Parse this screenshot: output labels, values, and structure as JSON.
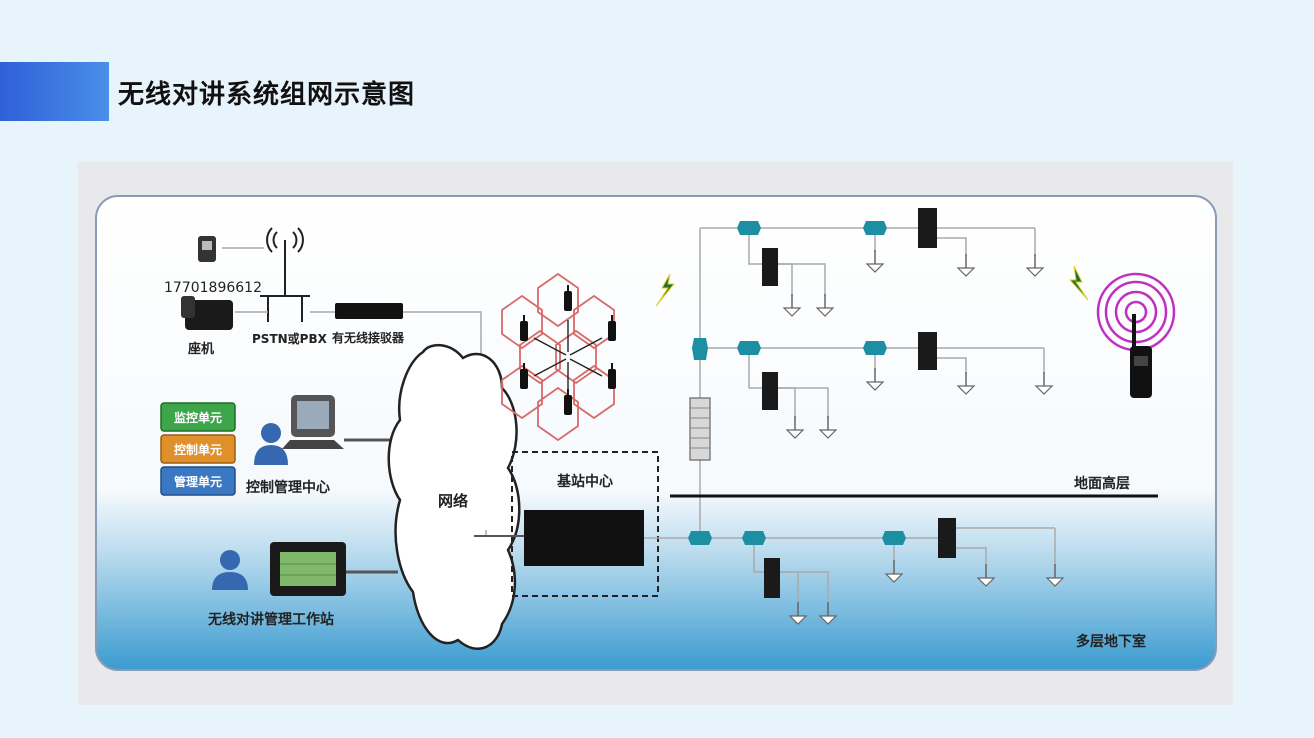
{
  "page": {
    "title": "无线对讲系统组网示意图"
  },
  "diagram": {
    "phone_number": "17701896612",
    "label_landline": "座机",
    "label_pstn": "PSTN或PBX",
    "label_interface": "有无线接驳器",
    "unit_monitor": "监控单元",
    "unit_control": "控制单元",
    "unit_manage": "管理单元",
    "label_control_center": "控制管理中心",
    "label_network": "网络",
    "label_workstation": "无线对讲管理工作站",
    "label_base_center": "基站中心",
    "label_ground_floors": "地面高层",
    "label_basement": "多层地下室",
    "colors": {
      "unit_monitor": "#3ea64a",
      "unit_control": "#e0902a",
      "unit_manage": "#3b78c4",
      "hex_cells": "#d96a6a",
      "coupler": "#1d8fa3",
      "signal_ring": "#c030c0"
    }
  }
}
